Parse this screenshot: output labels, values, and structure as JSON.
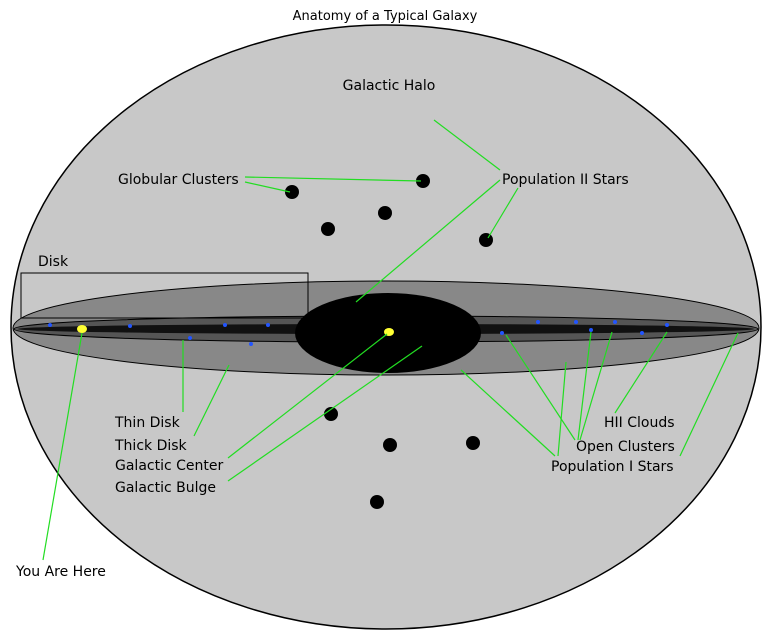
{
  "title": "Anatomy of a Typical Galaxy",
  "labels": {
    "halo": "Galactic Halo",
    "globular_clusters": "Globular Clusters",
    "population_ii": "Population II Stars",
    "disk": "Disk",
    "thin_disk": "Thin Disk",
    "thick_disk": "Thick Disk",
    "galactic_center": "Galactic Center",
    "galactic_bulge": "Galactic Bulge",
    "hii_clouds": "HII Clouds",
    "open_clusters": "Open Clusters",
    "population_i": "Population I Stars",
    "you_are_here": "You Are Here"
  },
  "colors": {
    "halo_fill": "#c8c8c8",
    "thick_disk_fill": "#888888",
    "thin_disk_fill": "#555555",
    "core_fill": "#000000",
    "pointer_lines": "#22dd22",
    "open_cluster_dots": "#2255ff",
    "sun_marker": "#ffff33"
  }
}
